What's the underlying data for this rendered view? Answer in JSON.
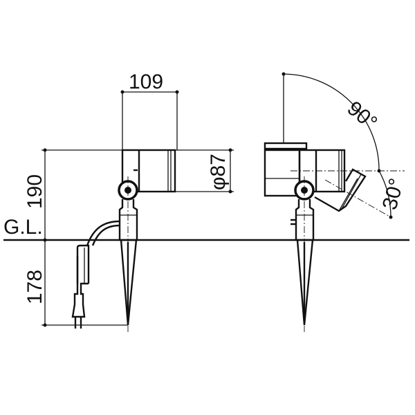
{
  "drawing": {
    "dimensions": {
      "width": "109",
      "diameter": "φ87",
      "height_above_ground": "190",
      "depth_below_ground": "178",
      "ground_level": "G.L.",
      "tilt_up": "90°",
      "tilt_down": "30°"
    },
    "colors": {
      "line": "#111111",
      "background": "#ffffff"
    }
  }
}
